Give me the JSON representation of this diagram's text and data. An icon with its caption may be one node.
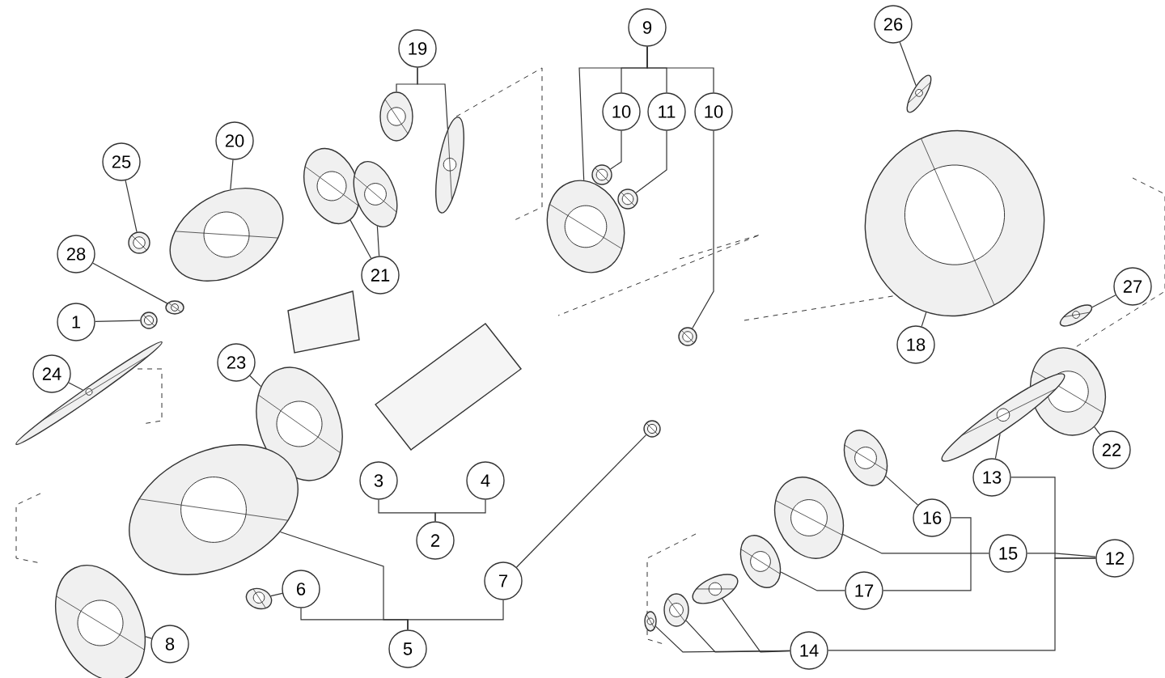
{
  "diagram": {
    "nodes": [
      {
        "text": [
          "19"
        ]
      },
      {
        "text": [
          "20"
        ]
      },
      {
        "text": [
          "25"
        ]
      },
      {
        "text": [
          "21"
        ]
      },
      {
        "text": [
          "28"
        ]
      },
      {
        "text": [
          "1"
        ]
      },
      {
        "text": [
          "9"
        ]
      },
      {
        "text": [
          "10"
        ]
      },
      {
        "text": [
          "11"
        ]
      },
      {
        "text": [
          "10"
        ]
      },
      {
        "text": [
          "26"
        ]
      },
      {
        "text": [
          "18"
        ]
      },
      {
        "text": [
          "27"
        ]
      },
      {
        "text": [
          "22"
        ]
      },
      {
        "text": [
          "24"
        ]
      },
      {
        "text": [
          "23"
        ]
      },
      {
        "text": [
          "3"
        ]
      },
      {
        "text": [
          "4"
        ]
      },
      {
        "text": [
          "2"
        ]
      },
      {
        "text": [
          "6"
        ]
      },
      {
        "text": [
          "7"
        ]
      },
      {
        "text": [
          "8"
        ]
      },
      {
        "text": [
          "5"
        ]
      },
      {
        "text": [
          "13"
        ]
      },
      {
        "text": [
          "16"
        ]
      },
      {
        "text": [
          "15"
        ]
      },
      {
        "text": [
          "12"
        ]
      },
      {
        "text": [
          "17"
        ]
      },
      {
        "text": [
          "14"
        ]
      },
      {
        "text": [],
        "shape": "picture"
      },
      {
        "text": [],
        "shape": "picture"
      },
      {
        "text": [],
        "shape": "picture"
      },
      {
        "text": [],
        "shape": "picture"
      },
      {
        "text": [],
        "shape": "picture"
      },
      {
        "text": [],
        "shape": "picture"
      },
      {
        "text": [],
        "shape": "picture"
      },
      {
        "text": [],
        "shape": "picture"
      },
      {
        "text": [],
        "shape": "picture"
      },
      {
        "text": [],
        "shape": "picture"
      },
      {
        "text": [],
        "shape": "picture"
      },
      {
        "text": [],
        "shape": "picture"
      },
      {
        "text": [],
        "shape": "picture"
      },
      {
        "text": [],
        "shape": "picture"
      },
      {
        "text": [],
        "shape": "picture"
      },
      {
        "text": [],
        "shape": "picture"
      },
      {
        "text": [],
        "shape": "picture"
      },
      {
        "text": [],
        "shape": "picture"
      },
      {
        "text": [],
        "shape": "picture"
      },
      {
        "text": [],
        "shape": "picture"
      },
      {
        "text": [],
        "shape": "picture"
      },
      {
        "text": [],
        "shape": "picture"
      },
      {
        "text": [],
        "shape": "picture"
      },
      {
        "text": [],
        "shape": "picture"
      },
      {
        "text": [],
        "shape": "picture"
      },
      {
        "text": [],
        "shape": "picture"
      },
      {
        "text": [],
        "shape": "picture"
      },
      {
        "text": [],
        "shape": "picture"
      },
      {
        "text": [],
        "shape": "picture"
      }
    ],
    "edges": [
      {
        "from": 0,
        "to": 29,
        "arrow": "none"
      },
      {
        "from": 0,
        "to": 30,
        "arrow": "none"
      },
      {
        "from": 1,
        "to": 31,
        "arrow": "none"
      },
      {
        "from": 2,
        "to": 32,
        "arrow": "none"
      },
      {
        "from": 3,
        "to": 33,
        "arrow": "none"
      },
      {
        "from": 3,
        "to": 34,
        "arrow": "none"
      },
      {
        "from": 4,
        "to": 35,
        "arrow": "none"
      },
      {
        "from": 5,
        "to": 36,
        "arrow": "none"
      },
      {
        "from": 6,
        "to": 37,
        "arrow": "none"
      },
      {
        "from": 6,
        "to": 7,
        "arrow": "none"
      },
      {
        "from": 6,
        "to": 8,
        "arrow": "none"
      },
      {
        "from": 6,
        "to": 9,
        "arrow": "none"
      },
      {
        "from": 7,
        "to": 38,
        "arrow": "none"
      },
      {
        "from": 8,
        "to": 39,
        "arrow": "none"
      },
      {
        "from": 9,
        "to": 40,
        "arrow": "none"
      },
      {
        "from": 10,
        "to": 41,
        "arrow": "none"
      },
      {
        "from": 11,
        "to": 42,
        "arrow": "none"
      },
      {
        "from": 12,
        "to": 43,
        "arrow": "none"
      },
      {
        "from": 13,
        "to": 44,
        "arrow": "none"
      },
      {
        "from": 14,
        "to": 45,
        "arrow": "none"
      },
      {
        "from": 15,
        "to": 46,
        "arrow": "none"
      },
      {
        "from": 18,
        "to": 16,
        "arrow": "none"
      },
      {
        "from": 18,
        "to": 17,
        "arrow": "none"
      },
      {
        "from": 19,
        "to": 47,
        "arrow": "none"
      },
      {
        "from": 22,
        "to": 19,
        "arrow": "none"
      },
      {
        "from": 22,
        "to": 48,
        "arrow": "none"
      },
      {
        "from": 22,
        "to": 20,
        "arrow": "none"
      },
      {
        "from": 20,
        "to": 49,
        "arrow": "none"
      },
      {
        "from": 21,
        "to": 50,
        "arrow": "none"
      },
      {
        "from": 23,
        "to": 51,
        "arrow": "none"
      },
      {
        "from": 24,
        "to": 52,
        "arrow": "none"
      },
      {
        "from": 24,
        "to": 27,
        "arrow": "none"
      },
      {
        "from": 25,
        "to": 53,
        "arrow": "none"
      },
      {
        "from": 27,
        "to": 54,
        "arrow": "none"
      },
      {
        "from": 26,
        "to": 23,
        "arrow": "none"
      },
      {
        "from": 26,
        "to": 25,
        "arrow": "none"
      },
      {
        "from": 26,
        "to": 28,
        "arrow": "none"
      },
      {
        "from": 28,
        "to": 55,
        "arrow": "none"
      },
      {
        "from": 28,
        "to": 56,
        "arrow": "none"
      },
      {
        "from": 28,
        "to": 57,
        "arrow": "none"
      }
    ]
  }
}
